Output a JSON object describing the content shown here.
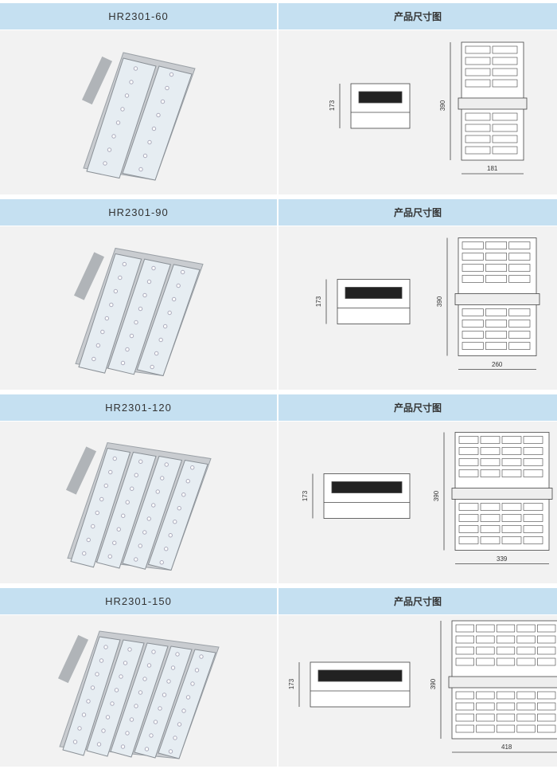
{
  "dimension_heading": "产品尺寸图",
  "products": [
    {
      "model": "HR2301-60",
      "modules": 2,
      "height_mm": "173",
      "length_mm": "390",
      "width_mm": "181"
    },
    {
      "model": "HR2301-90",
      "modules": 3,
      "height_mm": "173",
      "length_mm": "390",
      "width_mm": "260"
    },
    {
      "model": "HR2301-120",
      "modules": 4,
      "height_mm": "173",
      "length_mm": "390",
      "width_mm": "339"
    },
    {
      "model": "HR2301-150",
      "modules": 5,
      "height_mm": "173",
      "length_mm": "390",
      "width_mm": "418"
    }
  ]
}
